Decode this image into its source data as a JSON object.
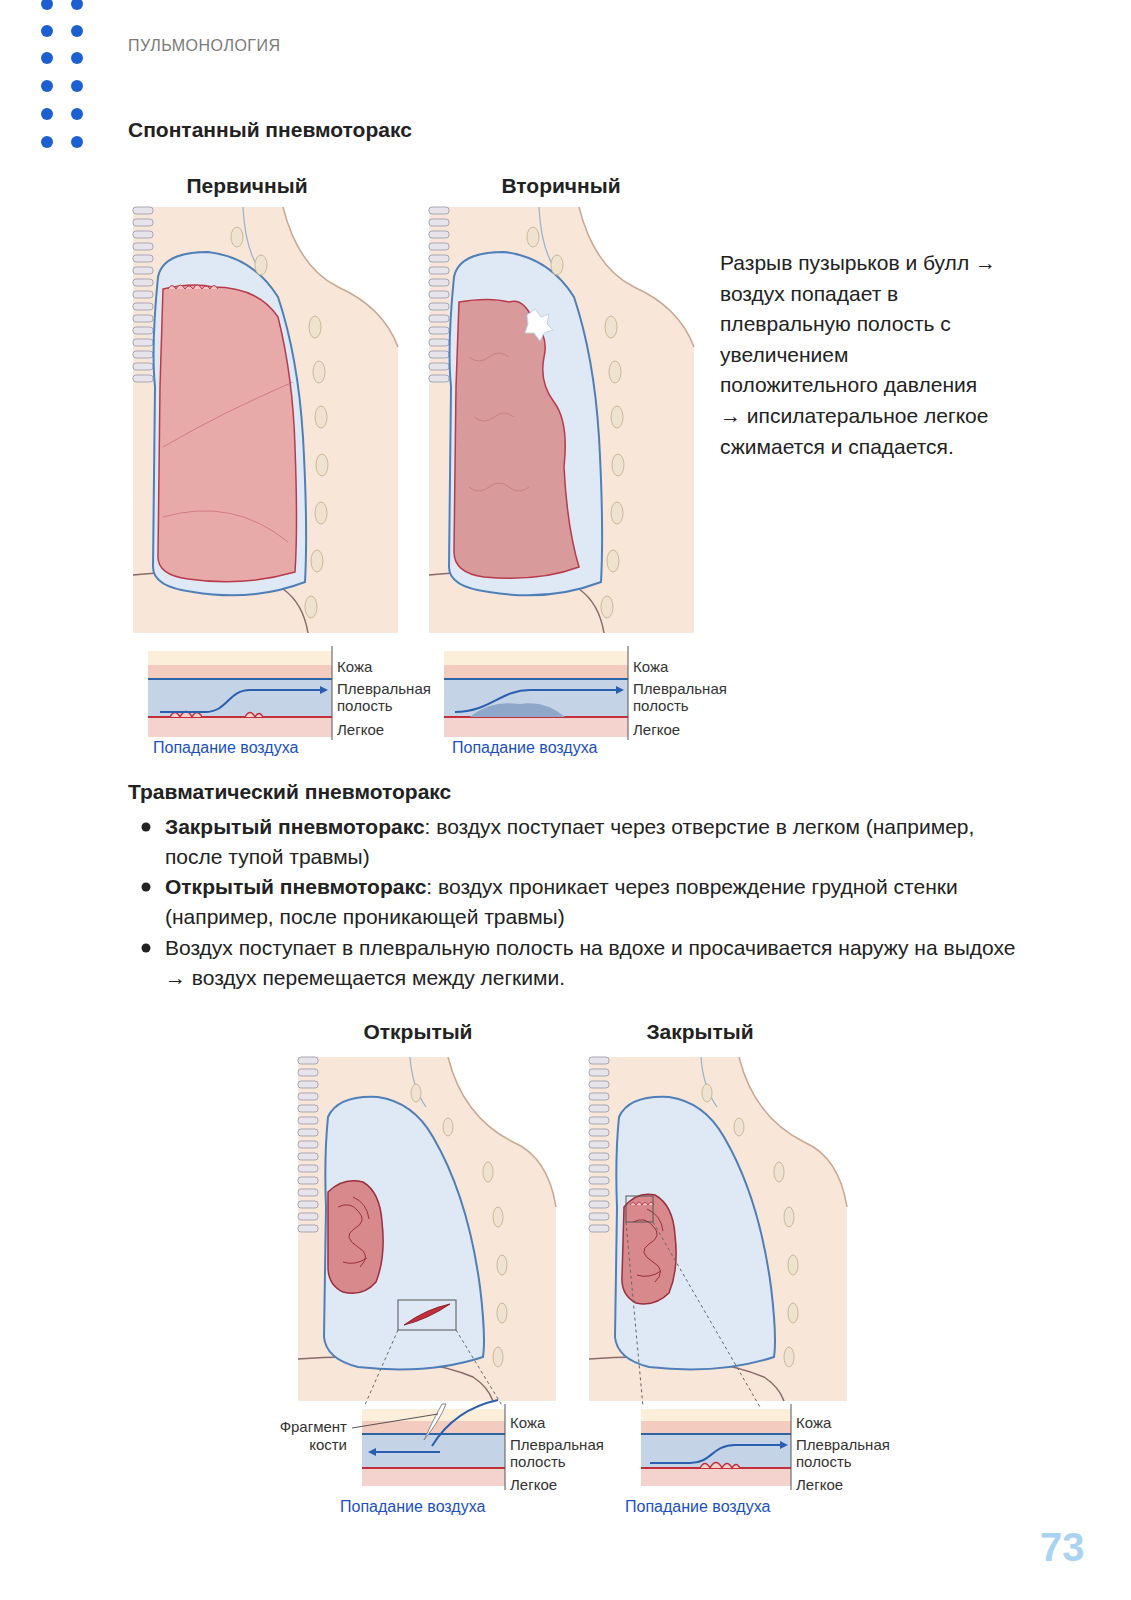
{
  "diagram": {
    "title": "Спонтанный пневмоторакс",
    "labels": [
      "ПУЛЬМОНОЛОГИЯ",
      "Первичный",
      "Вторичный",
      "Разрыв пузырьков и булл → воздух попадает в плевральную полость с увеличением положительного давления → ипсилатеральное легкое сжимается и спадается.",
      "Кожа",
      "Плевральная полость",
      "Легкое",
      "Попадание воздуха",
      "Кожа",
      "Плевральная полость",
      "Легкое",
      "Попадание воздуха",
      "Травматический пневмоторакс",
      "Закрытый пневмоторакс",
      ": воздух поступает через отверстие в легком (например, после тупой травмы)",
      "Открытый пневмоторакс",
      ": воздух проникает через повреждение грудной стенки (например, после проникающей травмы)",
      "Воздух поступает в плевральную полость на вдохе и просачивается наружу на выдохе → воздух перемещается между легкими.",
      "Открытый",
      "Закрытый",
      "Фрагмент кости",
      "Кожа",
      "Плевральная полость",
      "Легкое",
      "Попадание воздуха",
      "Кожа",
      "Плевральная полость",
      "Легкое",
      "Попадание воздуха",
      "73"
    ]
  }
}
